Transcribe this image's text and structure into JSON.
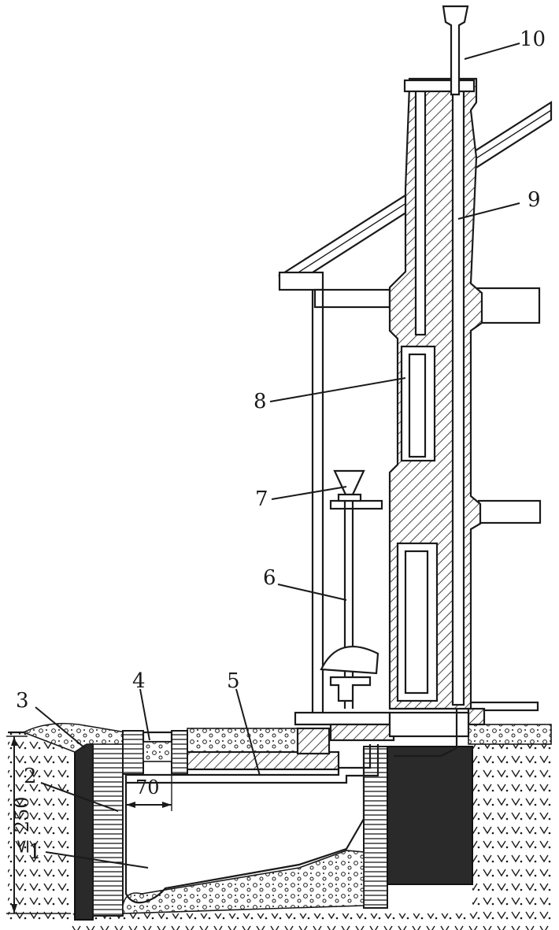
{
  "figure": {
    "callouts": [
      {
        "id": "1",
        "text": "1"
      },
      {
        "id": "2",
        "text": "2"
      },
      {
        "id": "3",
        "text": "3"
      },
      {
        "id": "4",
        "text": "4"
      },
      {
        "id": "5",
        "text": "5"
      },
      {
        "id": "6",
        "text": "6"
      },
      {
        "id": "7",
        "text": "7"
      },
      {
        "id": "8",
        "text": "8"
      },
      {
        "id": "9",
        "text": "9"
      },
      {
        "id": "10",
        "text": "10"
      }
    ],
    "dimensions": {
      "width_label": "70",
      "depth_label": "≤ 250"
    }
  }
}
